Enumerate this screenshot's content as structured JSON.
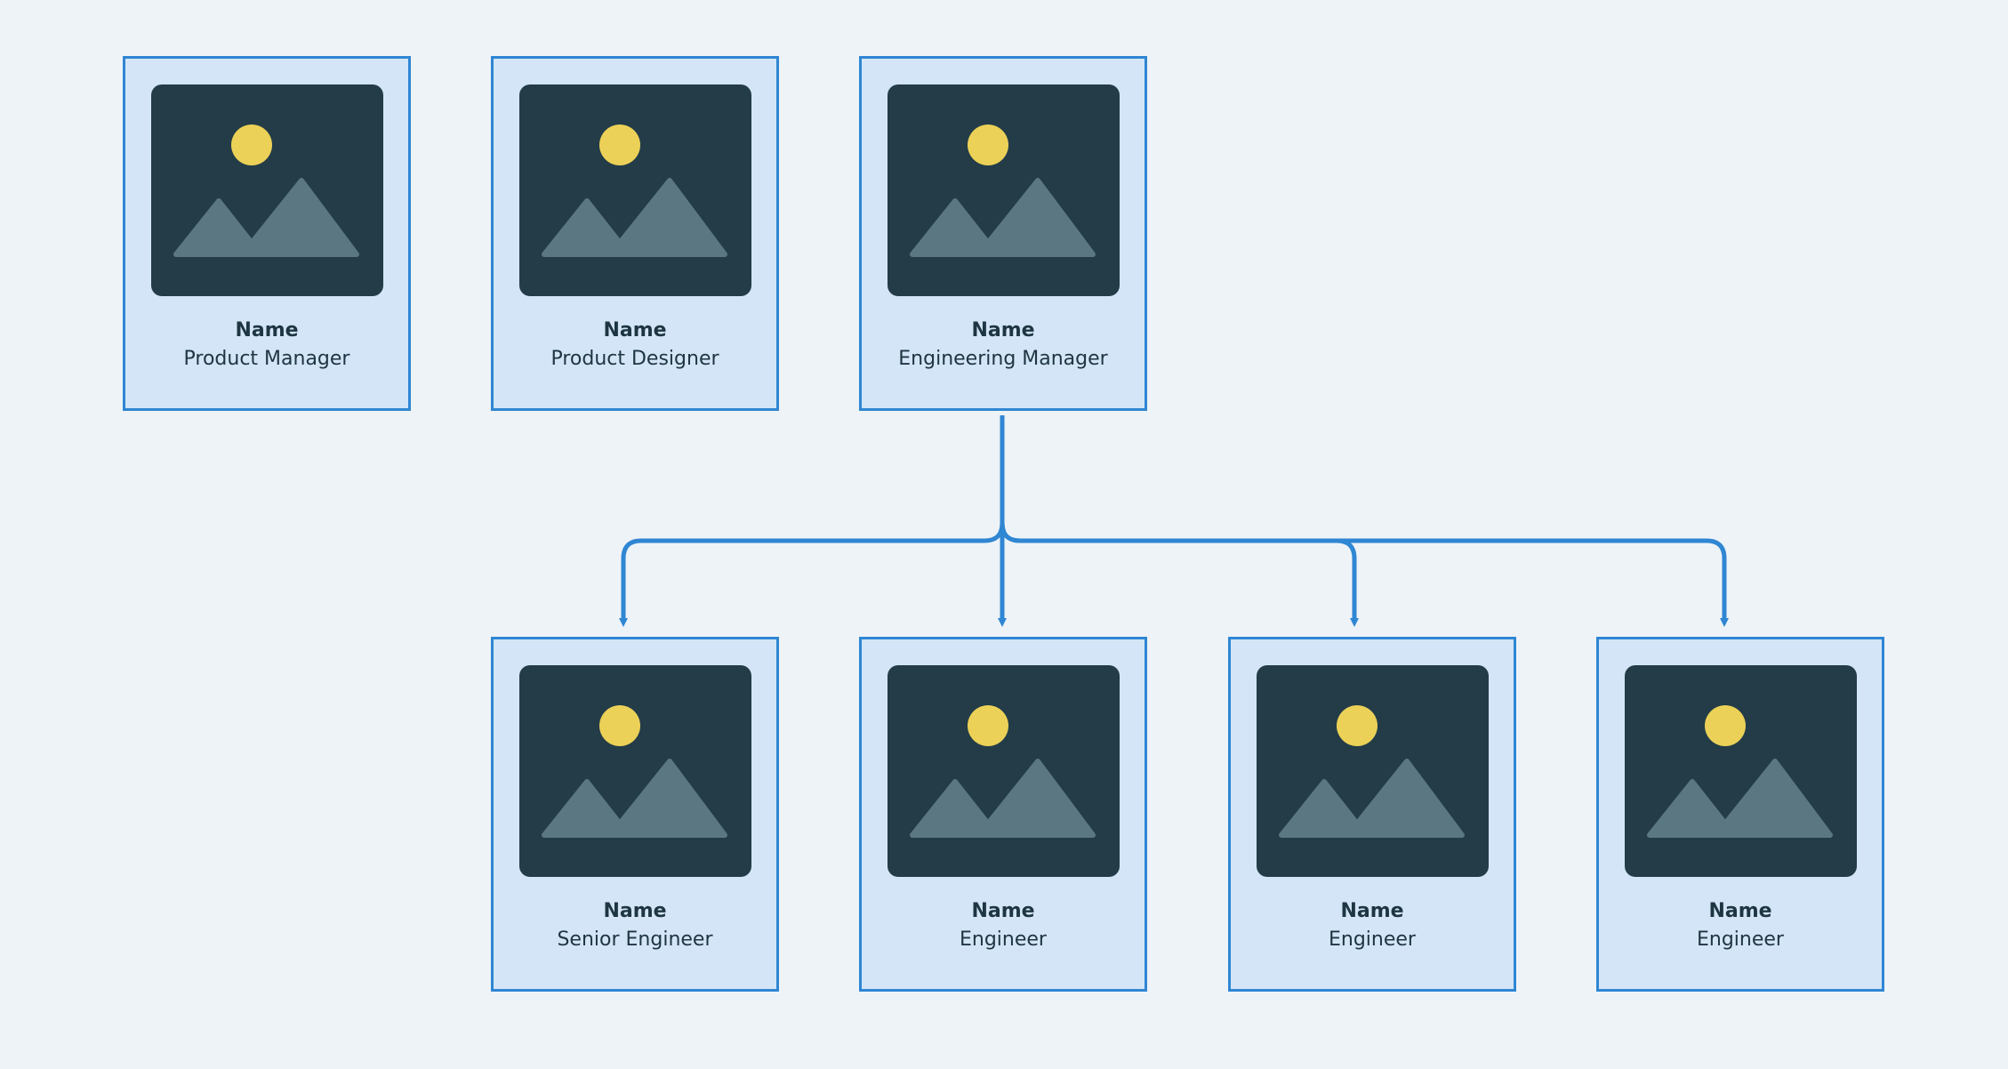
{
  "colors": {
    "background": "#eef3f7",
    "connector": "#2f86d3",
    "photo_frame": "#233c48",
    "photo_sun": "#ecd158",
    "photo_mountains": "#5b7882",
    "text": "#1e3542"
  },
  "cards": [
    {
      "name": "Name",
      "role": "Product Manager",
      "theme": "teal",
      "icon": "image-placeholder-icon"
    },
    {
      "name": "Name",
      "role": "Product Designer",
      "theme": "magenta",
      "icon": "image-placeholder-icon"
    },
    {
      "name": "Name",
      "role": "Engineering Manager",
      "theme": "blue",
      "icon": "image-placeholder-icon"
    },
    {
      "name": "Name",
      "role": "Senior Engineer",
      "theme": "blue",
      "icon": "image-placeholder-icon"
    },
    {
      "name": "Name",
      "role": "Engineer",
      "theme": "blue",
      "icon": "image-placeholder-icon"
    },
    {
      "name": "Name",
      "role": "Engineer",
      "theme": "blue",
      "icon": "image-placeholder-icon"
    },
    {
      "name": "Name",
      "role": "Engineer",
      "theme": "blue",
      "icon": "image-placeholder-icon"
    }
  ],
  "reports_to": {
    "manager": "Engineering Manager",
    "direct_reports": [
      "Senior Engineer",
      "Engineer",
      "Engineer",
      "Engineer"
    ]
  }
}
